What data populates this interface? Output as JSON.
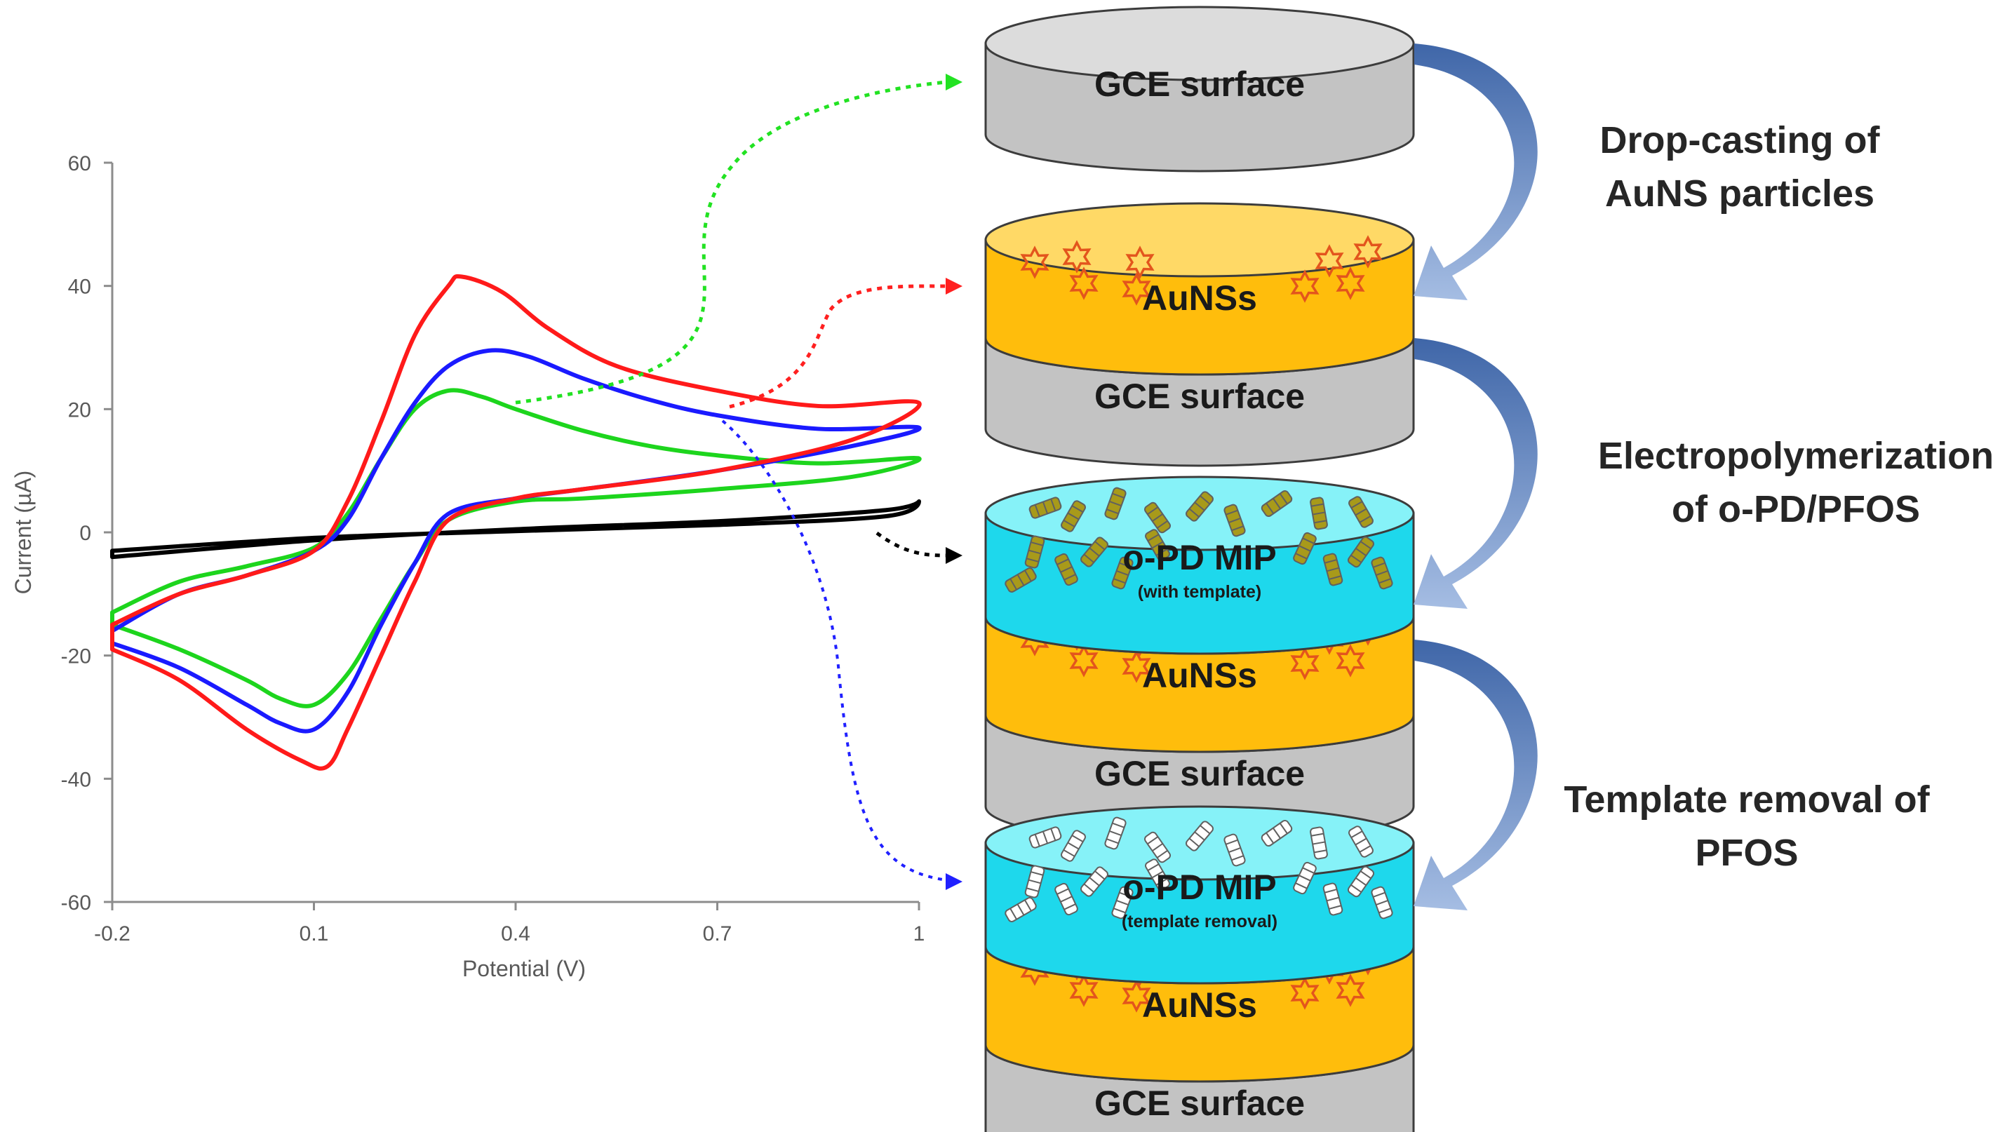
{
  "chart_data": {
    "type": "line",
    "title": "",
    "xlabel": "Potential (V)",
    "ylabel": "Current (µA)",
    "xlim": [
      -0.2,
      1
    ],
    "ylim": [
      -60,
      60
    ],
    "x_ticks": [
      "-0.2",
      "0.1",
      "0.4",
      "0.7",
      "1"
    ],
    "y_ticks": [
      "60",
      "40",
      "20",
      "0",
      "-20",
      "-40",
      "-60"
    ],
    "grid": false,
    "legend": "none",
    "series": [
      {
        "color": "#000000",
        "points": [
          [
            -0.2,
            -4
          ],
          [
            0.1,
            -1.3
          ],
          [
            0.4,
            0.5
          ],
          [
            0.7,
            1.8
          ],
          [
            0.95,
            3.6
          ],
          [
            1.0,
            5
          ],
          [
            0.95,
            2.6
          ],
          [
            0.7,
            1.2
          ],
          [
            0.4,
            0.2
          ],
          [
            0.1,
            -0.9
          ],
          [
            -0.2,
            -3
          ]
        ]
      },
      {
        "color": "#1dd51d",
        "points": [
          [
            -0.2,
            -13
          ],
          [
            -0.1,
            -8
          ],
          [
            0.0,
            -5.5
          ],
          [
            0.1,
            -2.5
          ],
          [
            0.15,
            3
          ],
          [
            0.2,
            12
          ],
          [
            0.25,
            20
          ],
          [
            0.3,
            23
          ],
          [
            0.35,
            22
          ],
          [
            0.4,
            20
          ],
          [
            0.5,
            16.5
          ],
          [
            0.6,
            14
          ],
          [
            0.7,
            12.5
          ],
          [
            0.85,
            11.2
          ],
          [
            1.0,
            12
          ],
          [
            0.9,
            9
          ],
          [
            0.7,
            7
          ],
          [
            0.5,
            5.5
          ],
          [
            0.4,
            5
          ],
          [
            0.3,
            2
          ],
          [
            0.25,
            -5
          ],
          [
            0.2,
            -14
          ],
          [
            0.15,
            -23
          ],
          [
            0.1,
            -28
          ],
          [
            0.05,
            -27
          ],
          [
            0.0,
            -24
          ],
          [
            -0.1,
            -19
          ],
          [
            -0.2,
            -15
          ]
        ]
      },
      {
        "color": "#1a1aff",
        "points": [
          [
            -0.2,
            -16
          ],
          [
            -0.1,
            -10
          ],
          [
            0.0,
            -7
          ],
          [
            0.1,
            -3
          ],
          [
            0.15,
            2
          ],
          [
            0.2,
            12
          ],
          [
            0.25,
            21
          ],
          [
            0.3,
            27
          ],
          [
            0.36,
            29.5
          ],
          [
            0.42,
            28.5
          ],
          [
            0.5,
            25
          ],
          [
            0.6,
            21.5
          ],
          [
            0.7,
            19
          ],
          [
            0.85,
            16.8
          ],
          [
            1.0,
            17
          ],
          [
            0.9,
            14
          ],
          [
            0.7,
            10
          ],
          [
            0.5,
            7
          ],
          [
            0.4,
            5.5
          ],
          [
            0.3,
            3
          ],
          [
            0.25,
            -5
          ],
          [
            0.2,
            -15
          ],
          [
            0.15,
            -26
          ],
          [
            0.1,
            -32
          ],
          [
            0.05,
            -31
          ],
          [
            0.0,
            -28
          ],
          [
            -0.1,
            -22
          ],
          [
            -0.2,
            -18
          ]
        ]
      },
      {
        "color": "#ff1a1a",
        "points": [
          [
            -0.2,
            -15
          ],
          [
            -0.1,
            -10
          ],
          [
            0.0,
            -7
          ],
          [
            0.1,
            -3
          ],
          [
            0.15,
            5
          ],
          [
            0.2,
            18
          ],
          [
            0.25,
            32
          ],
          [
            0.3,
            40
          ],
          [
            0.32,
            41.5
          ],
          [
            0.38,
            39
          ],
          [
            0.45,
            33
          ],
          [
            0.55,
            27
          ],
          [
            0.7,
            23
          ],
          [
            0.85,
            20.5
          ],
          [
            1.0,
            21
          ],
          [
            0.9,
            15
          ],
          [
            0.7,
            10
          ],
          [
            0.5,
            7
          ],
          [
            0.4,
            5.5
          ],
          [
            0.3,
            2
          ],
          [
            0.25,
            -8
          ],
          [
            0.2,
            -20
          ],
          [
            0.15,
            -32
          ],
          [
            0.12,
            -38
          ],
          [
            0.08,
            -37
          ],
          [
            0.0,
            -32
          ],
          [
            -0.1,
            -24
          ],
          [
            -0.2,
            -19
          ]
        ]
      }
    ]
  },
  "electrodes": [
    {
      "layers": [
        {
          "type": "gce",
          "label": "GCE surface",
          "sub": ""
        }
      ]
    },
    {
      "layers": [
        {
          "type": "aunp",
          "label": "AuNSs",
          "sub": ""
        },
        {
          "type": "gce",
          "label": "GCE surface",
          "sub": ""
        }
      ]
    },
    {
      "layers": [
        {
          "type": "mip",
          "label": "o-PD MIP",
          "sub": "(with template)"
        },
        {
          "type": "aunp",
          "label": "AuNSs",
          "sub": ""
        },
        {
          "type": "gce",
          "label": "GCE surface",
          "sub": ""
        }
      ]
    },
    {
      "layers": [
        {
          "type": "mip-empty",
          "label": "o-PD MIP",
          "sub": "(template removal)"
        },
        {
          "type": "aunp",
          "label": "AuNSs",
          "sub": ""
        },
        {
          "type": "gce",
          "label": "GCE surface",
          "sub": ""
        }
      ]
    }
  ],
  "steps": [
    {
      "lines": [
        "Drop-casting of",
        "AuNS particles"
      ]
    },
    {
      "lines": [
        "Electropolymerization",
        "of o-PD/PFOS"
      ]
    },
    {
      "lines": [
        "Template removal of",
        "PFOS"
      ]
    }
  ],
  "colors": {
    "gce_side": "#c3c3c3",
    "gce_top": "#dcdcdc",
    "aunp_side": "#ffbd0c",
    "aunp_top": "#ffd966",
    "mip_side": "#1ed8ec",
    "mip_top": "#86f2f8",
    "star": "#e3551d",
    "template_particle": "#a89a1a",
    "empty_particle": "#ffffff",
    "step_arrow": "#7f9fcf"
  }
}
